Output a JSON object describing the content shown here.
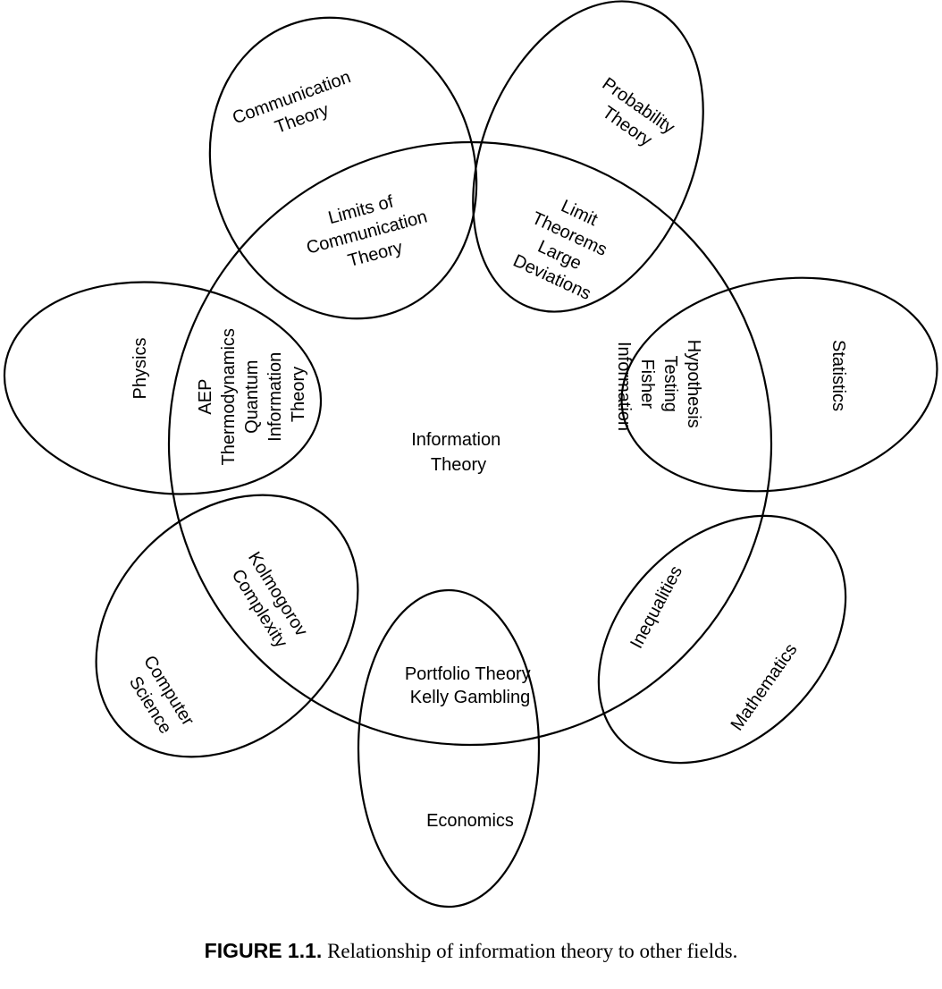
{
  "center": {
    "lines": [
      "Information",
      "Theory"
    ]
  },
  "fields": [
    {
      "id": "communication",
      "lines": [
        "Communication",
        "Theory"
      ],
      "overlap": [
        "Limits of",
        "Communication",
        "Theory"
      ]
    },
    {
      "id": "probability",
      "lines": [
        "Probability",
        "Theory"
      ],
      "overlap": [
        "Limit",
        "Theorems",
        "Large",
        "Deviations"
      ]
    },
    {
      "id": "statistics",
      "lines": [
        "Statistics"
      ],
      "overlap": [
        "Hypothesis",
        "Testing",
        "Fisher",
        "Information"
      ]
    },
    {
      "id": "mathematics",
      "lines": [
        "Mathematics"
      ],
      "overlap": [
        "Inequalities"
      ]
    },
    {
      "id": "economics",
      "lines": [
        "Economics"
      ],
      "overlap": [
        "Portfolio Theory",
        "Kelly Gambling"
      ]
    },
    {
      "id": "computer-science",
      "lines": [
        "Computer",
        "Science"
      ],
      "overlap": [
        "Kolmogorov",
        "Complexity"
      ]
    },
    {
      "id": "physics",
      "lines": [
        "Physics"
      ],
      "overlap": [
        "AEP",
        "Thermodynamics",
        "Quantum",
        "Information",
        "Theory"
      ]
    }
  ],
  "caption": {
    "label": "FIGURE 1.1.",
    "text": " Relationship of information theory to other fields."
  }
}
